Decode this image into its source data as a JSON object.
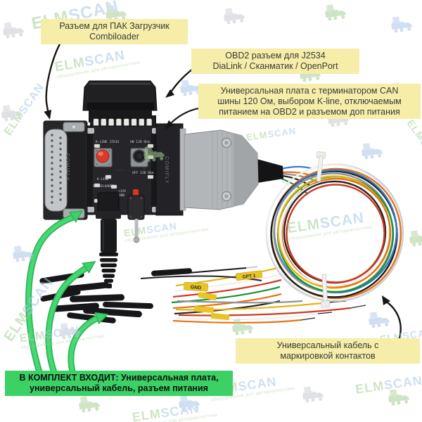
{
  "annotations": {
    "combiloader_label": "Разъем для ПАК Загрузчик\nCombiloader",
    "obd2_label": "OBD2 разъем для J2534\nDiaLink / Сканматик / OpenPort",
    "board_label": "Универсальная плата с терминатором CAN\nшины 120 Ом, выбором K-line, отключаемым\nпитанием на OBD2 и разъемом доп питания",
    "cable_label": "Универсальный кабель с\nмаркировкой контактов",
    "kit_label": "В КОМПЛЕКТ ВХОДИТ: Универсальная плата,\nуниверсальный кабель, разъем питания"
  },
  "pcb": {
    "silk_kline_j2534": "K-LINE J2534",
    "silk_on_120": "ON 120 Ohm",
    "silk_off_120": "OFF 120 Ohm",
    "silk_kline": "K-LINE",
    "silk_combiloader": "COMBILOADER",
    "silk_12v": "+12V",
    "silk_obd": "OBD",
    "connector_brand": "COMIFLY"
  },
  "wire_tags": {
    "gnd": "GND",
    "gpt1": "GPT 1"
  },
  "watermark": {
    "brand_elm": "ELM",
    "brand_scan": "SCAN",
    "subtitle": "оборудование для автодиагностики"
  },
  "colors": {
    "label_bg": "#f6eda9",
    "kit_bg": "#3bd165",
    "arrow_green": "#3ed06a",
    "label_text": "#3a3a3a"
  }
}
